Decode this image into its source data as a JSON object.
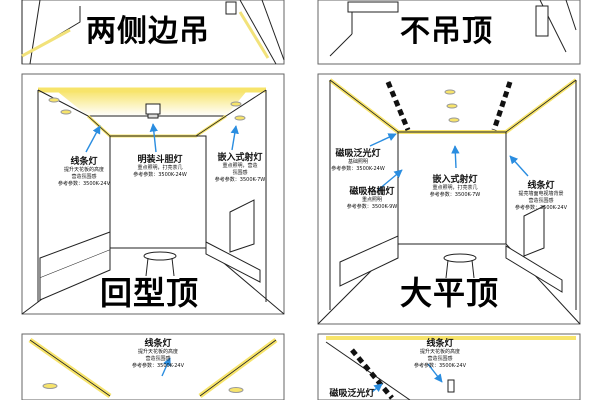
{
  "panels": {
    "top_left": {
      "title": "两侧边吊"
    },
    "top_right": {
      "title": "不吊顶"
    },
    "mid_left": {
      "title": "回型顶",
      "labels": {
        "strip": {
          "name": "线条灯",
          "lines": [
            "提升天花板的高度",
            "营造氛围感",
            "参考参数：3500K-24V"
          ]
        },
        "spot": {
          "name": "明装斗胆灯",
          "lines": [
            "重点照明，打亮茶几",
            "参考参数：3500K-24W"
          ]
        },
        "recessed": {
          "name": "嵌入式射灯",
          "lines": [
            "重点照明，营造",
            "氛围感",
            "参考参数：3500K-7W"
          ]
        }
      }
    },
    "mid_right": {
      "title": "大平顶",
      "labels": {
        "magnetic_flood": {
          "name": "磁吸泛光灯",
          "lines": [
            "基础照明",
            "参考参数：3500K-24W"
          ]
        },
        "magnetic_grille": {
          "name": "磁吸格栅灯",
          "lines": [
            "重点照明",
            "参考参数：3500K-9W"
          ]
        },
        "recessed": {
          "name": "嵌入式射灯",
          "lines": [
            "重点照明，打亮茶几",
            "参考参数：3500K-7W"
          ]
        },
        "strip": {
          "name": "线条灯",
          "lines": [
            "提亮墙面电视墙背景",
            "营造氛围感",
            "参考参数：3500K-24V"
          ]
        }
      }
    },
    "bottom_left": {
      "labels": {
        "strip": {
          "name": "线条灯",
          "lines": [
            "提升天花板的高度",
            "营造氛围感",
            "参考参数：3500K-24V"
          ]
        }
      }
    },
    "bottom_right": {
      "labels": {
        "strip": {
          "name": "线条灯",
          "lines": [
            "提升天花板的高度",
            "营造氛围感",
            "参考参数：3500K-24V"
          ]
        },
        "magnetic_flood": {
          "name": "磁吸泛光灯"
        }
      }
    }
  },
  "colors": {
    "glow": "#f7e46b",
    "line": "#222222",
    "frame": "#555555",
    "arrow": "#2a8de0"
  }
}
